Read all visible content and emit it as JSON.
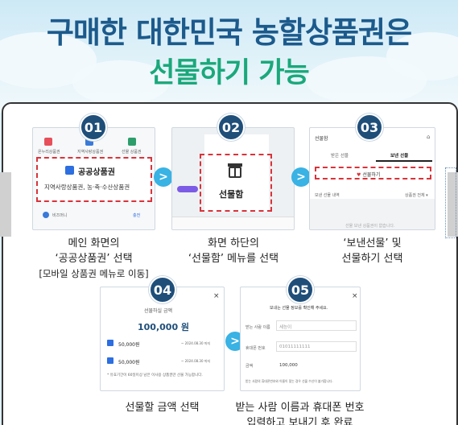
{
  "title": {
    "line1": "구매한 대한민국 농할상품권은",
    "line2": "선물하기 가능"
  },
  "step_numbers": [
    "01",
    "02",
    "03",
    "04",
    "05"
  ],
  "arrow_glyph": ">",
  "step1": {
    "icons": [
      "온누리상품권",
      "지역사랑상품권",
      "선물 상품권"
    ],
    "card_title": "공공상품권",
    "card_sub": "지역사랑상품권, 농·축·수산상품권",
    "bottom_left": "비즈머니",
    "bottom_right": "충전",
    "caption1": "메인 화면의",
    "caption2": "‘공공상품권’ 선택",
    "caption3": "[모바일 상품권 메뉴로 이동]"
  },
  "step2": {
    "button_label": "선물함",
    "caption1": "화면 하단의",
    "caption2": "‘선물함’ 메뉴를 선택"
  },
  "step3": {
    "header": "선물함",
    "tab_received": "받은 선물",
    "tab_sent": "보낸 선물",
    "gift_button": "선물하기",
    "list_label": "보낸 선물 내역",
    "filter_label": "상품권 전체 ▾",
    "empty_text": "선물 보낸 상품권이 없습니다.",
    "caption1": "‘보낸선물’ 및",
    "caption2": "선물하기 선택"
  },
  "step4": {
    "label": "선물하실 금액",
    "amount": "100,000 원",
    "rows": [
      {
        "value": "50,000원",
        "date": "~ 2024.08.30 까지"
      },
      {
        "value": "50,000원",
        "date": "~ 2024.08.30 까지"
      }
    ],
    "note": "* 유효기간이 60일이상 남은 이사용 상품권만 선물 가능합니다.",
    "caption": "선물할 금액 선택"
  },
  "step5": {
    "header": "보내는 선물 정보를 확인해 주세요.",
    "fields": [
      {
        "label": "받는 사람 이름",
        "value": "세능이"
      },
      {
        "label": "휴대폰 번호",
        "value": "01011111111"
      },
      {
        "label": "금액",
        "value": "100,000"
      }
    ],
    "note": "받는 사람의 휴대폰번호와 이름이 맞는 경우 선물 수신이 불가합니다.",
    "caption1": "받는 사람 이름과 휴대폰 번호",
    "caption2": "입력하고 보내기 후 완료"
  },
  "colors": {
    "navy": "#1f4e79",
    "green": "#1aa87a",
    "accent": "#39b2e4",
    "red": "#d9333a"
  }
}
